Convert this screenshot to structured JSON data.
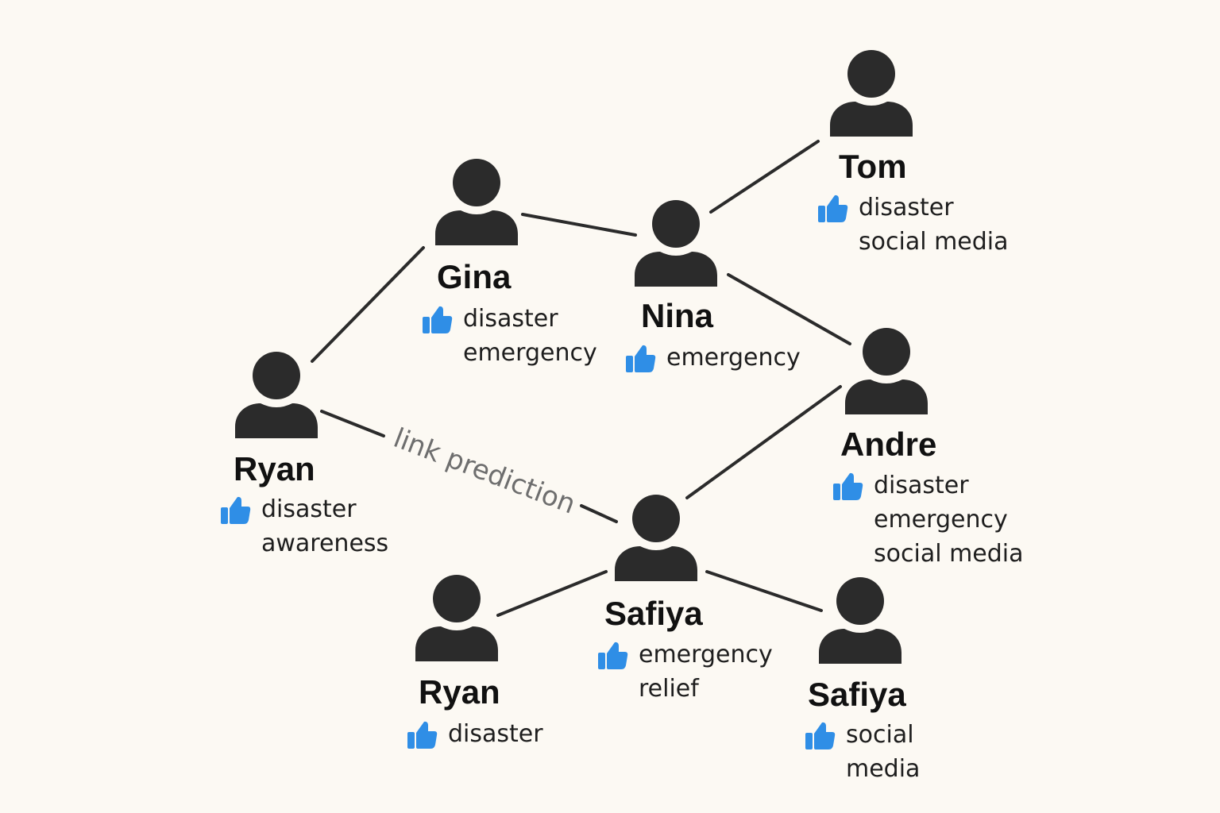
{
  "edge_label": "link prediction",
  "colors": {
    "background": "#fcf9f3",
    "person": "#2b2b2b",
    "thumb": "#2f8ee6",
    "edge": "#2b2b2b",
    "edge_label": "#6e6e6e"
  },
  "nodes": [
    {
      "id": "ryan1",
      "name": "Ryan",
      "interests": [
        "disaster",
        "awareness"
      ]
    },
    {
      "id": "gina",
      "name": "Gina",
      "interests": [
        "disaster",
        "emergency"
      ]
    },
    {
      "id": "nina",
      "name": "Nina",
      "interests": [
        "emergency"
      ]
    },
    {
      "id": "tom",
      "name": "Tom",
      "interests": [
        "disaster",
        "social media"
      ]
    },
    {
      "id": "andre",
      "name": "Andre",
      "interests": [
        "disaster",
        "emergency",
        "social media"
      ]
    },
    {
      "id": "safiya1",
      "name": "Safiya",
      "interests": [
        "emergency",
        "relief"
      ]
    },
    {
      "id": "ryan2",
      "name": "Ryan",
      "interests": [
        "disaster"
      ]
    },
    {
      "id": "safiya2",
      "name": "Safiya",
      "interests": [
        "social",
        "media"
      ]
    }
  ],
  "edges": [
    {
      "from": "ryan1",
      "to": "gina"
    },
    {
      "from": "gina",
      "to": "nina"
    },
    {
      "from": "nina",
      "to": "tom"
    },
    {
      "from": "nina",
      "to": "andre"
    },
    {
      "from": "andre",
      "to": "safiya1"
    },
    {
      "from": "safiya1",
      "to": "ryan2"
    },
    {
      "from": "safiya1",
      "to": "safiya2"
    },
    {
      "from": "ryan1",
      "to": "safiya1",
      "label": "link prediction"
    }
  ]
}
